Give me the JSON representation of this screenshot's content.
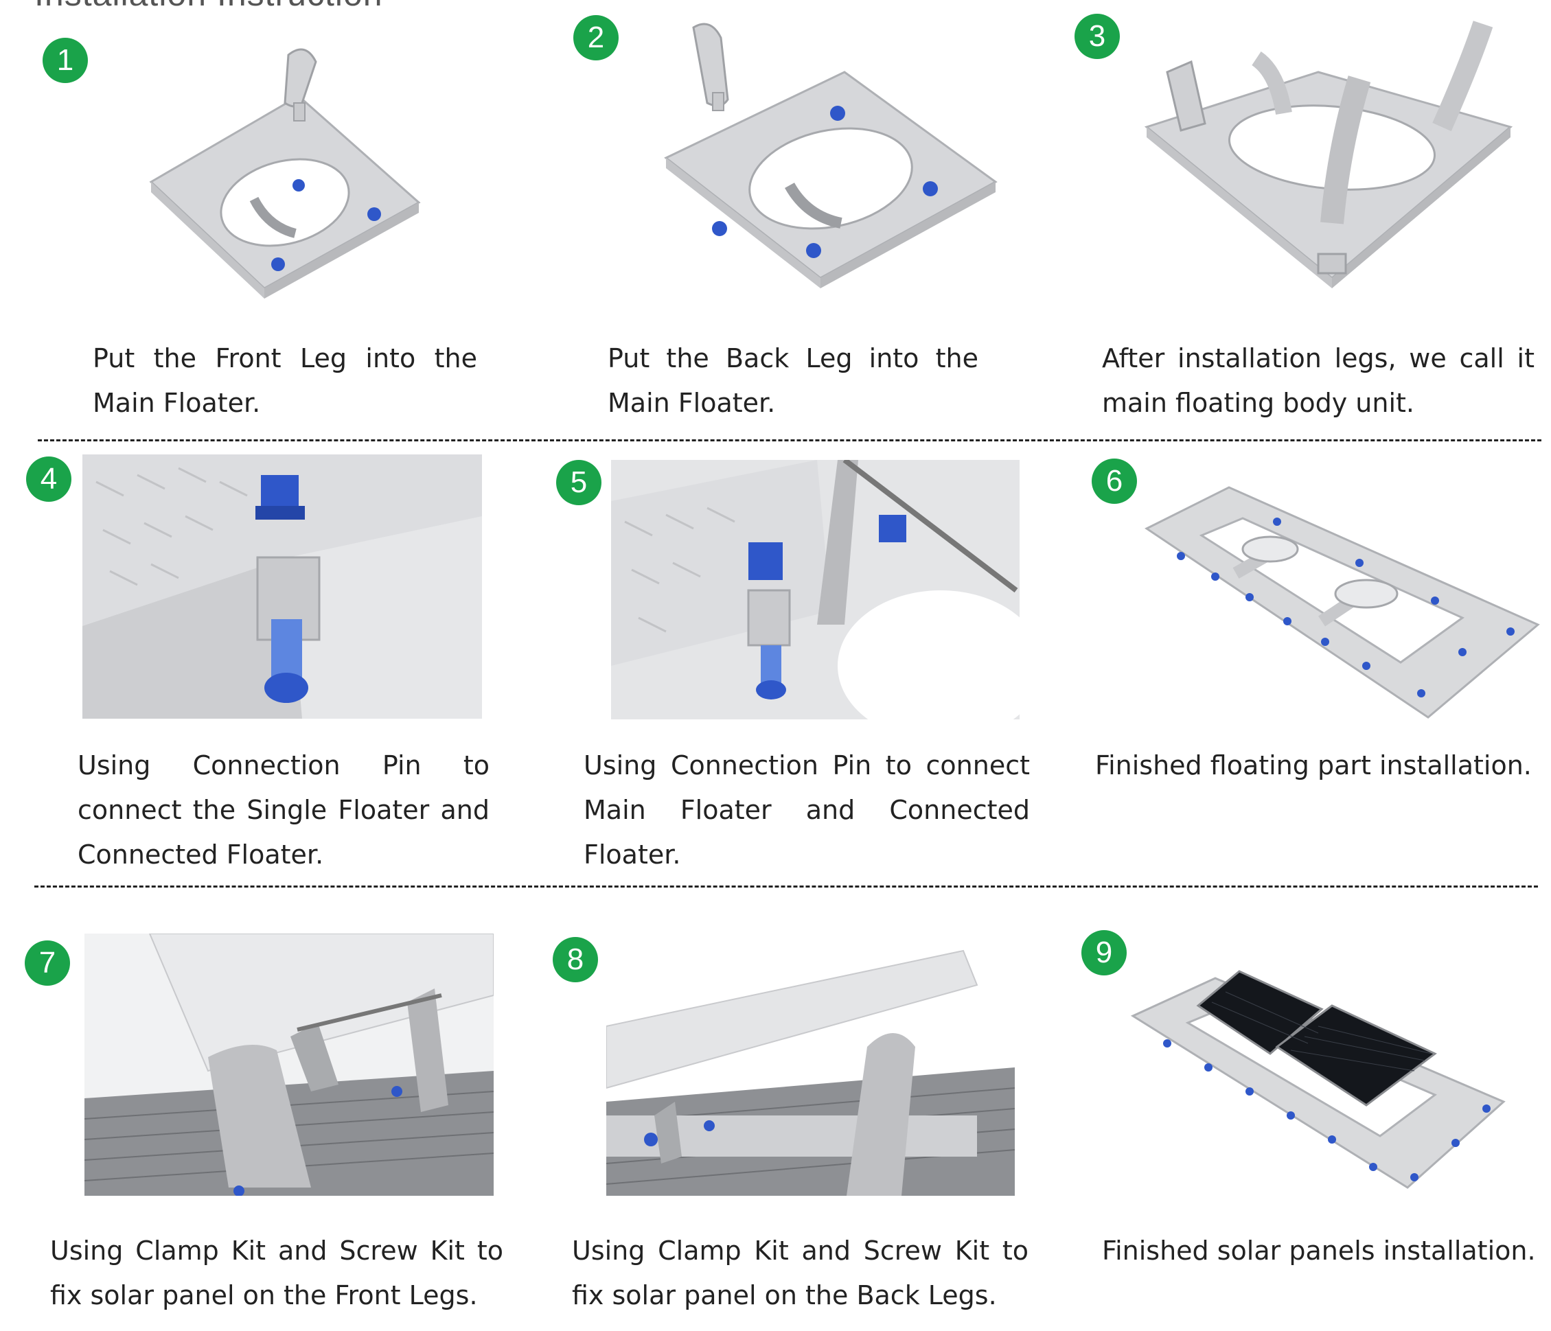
{
  "header": {
    "title": "Installation Instruction"
  },
  "steps": [
    {
      "number": "1",
      "caption": "Put the Front Leg into the Main Floater."
    },
    {
      "number": "2",
      "caption": "Put the Back Leg into the Main Floater."
    },
    {
      "number": "3",
      "caption": "After installation legs, we call it main floating body unit."
    },
    {
      "number": "4",
      "caption": "Using Connection Pin to connect the Single Floater and Connected Floater."
    },
    {
      "number": "5",
      "caption": "Using Connection Pin to connect Main Floater and Connected Floater."
    },
    {
      "number": "6",
      "caption": "Finished floating part installation."
    },
    {
      "number": "7",
      "caption": "Using Clamp Kit and Screw Kit to fix solar panel on the Front Legs."
    },
    {
      "number": "8",
      "caption": "Using Clamp Kit and Screw Kit to fix solar panel on the Back Legs."
    },
    {
      "number": "9",
      "caption": "Finished solar panels installation."
    }
  ],
  "colors": {
    "badge": "#1aa34a",
    "plastic": "#d9dadc",
    "pin": "#2f57c9",
    "panel": "#14171c"
  }
}
